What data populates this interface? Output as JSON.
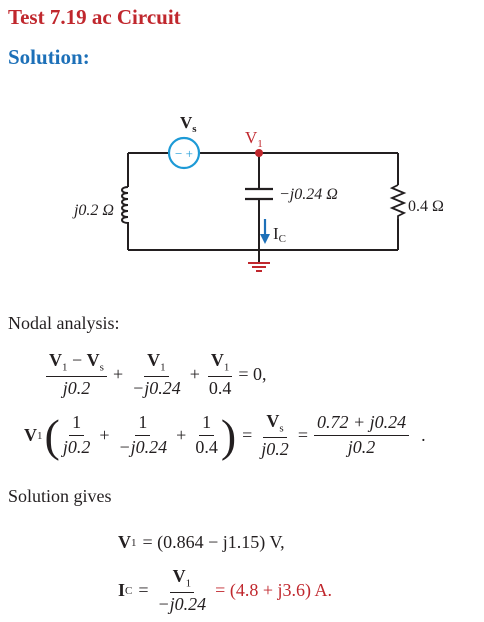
{
  "header": {
    "title": "Test 7.19 ac Circuit",
    "subtitle": "Solution:"
  },
  "circuit": {
    "source_label": "V",
    "source_sub": "s",
    "source_sign": "− +",
    "node_label": "V",
    "node_sub": "1",
    "inductor_label": "j0.2 Ω",
    "capacitor_label": "−j0.24 Ω",
    "resistor_label": "0.4 Ω",
    "current_label": "I",
    "current_sub": "C",
    "colors": {
      "source": "#1d9ad6",
      "node": "#c0272d",
      "current_arrow": "#1d70b8",
      "wire": "#231f20"
    }
  },
  "text": {
    "nodal": "Nodal analysis:",
    "solution_gives": "Solution gives"
  },
  "eq1": {
    "frac1_num_a": "V",
    "frac1_num_a_sub": "1",
    "frac1_num_minus": " − ",
    "frac1_num_b": "V",
    "frac1_num_b_sub": "s",
    "frac1_den": "j0.2",
    "plus1": "+",
    "frac2_num": "V",
    "frac2_num_sub": "1",
    "frac2_den": "−j0.24",
    "plus2": "+",
    "frac3_num": "V",
    "frac3_num_sub": "1",
    "frac3_den": "0.4",
    "tail": "= 0,"
  },
  "eq2": {
    "lead": "V",
    "lead_sub": "1",
    "open": "(",
    "f1_num": "1",
    "f1_den": "j0.2",
    "plus1": "+",
    "f2_num": "1",
    "f2_den": "−j0.24",
    "plus2": "+",
    "f3_num": "1",
    "f3_den": "0.4",
    "close": ")",
    "eq1": "=",
    "f4_num": "V",
    "f4_num_sub": "s",
    "f4_den": "j0.2",
    "eq2": "=",
    "f5_num": "0.72 + j0.24",
    "f5_den": "j0.2",
    "end": "."
  },
  "result1": {
    "lhs": "V",
    "lhs_sub": "1",
    "rhs": "= (0.864 − j1.15) V,"
  },
  "result2": {
    "lhs": "I",
    "lhs_sub": "C",
    "eq": "=",
    "num": "V",
    "num_sub": "1",
    "den": "−j0.24",
    "rhs": "= (4.8 + j3.6) A."
  }
}
